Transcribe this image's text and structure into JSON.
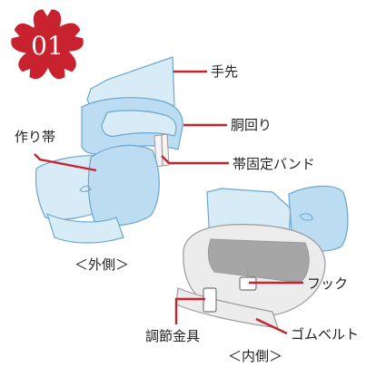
{
  "badge": {
    "number": "01",
    "color": "#c8222f"
  },
  "colors": {
    "label_line": "#c8222f",
    "fabric_fill": "#d8ecf8",
    "fabric_fill_dark": "#bcdcf2",
    "fabric_stroke": "#6aa6d0",
    "belt_fill": "#ececec",
    "belt_stroke": "#9a9a9a",
    "panel_fill": "#a6a6a6"
  },
  "labels": {
    "tesaki": "手先",
    "dou_mawari": "胴回り",
    "obi_kotei_band": "帯固定バンド",
    "tsukuri_obi": "作り帯",
    "hook": "フック",
    "chousetsu_kanagu": "調節金具",
    "gomu_belt": "ゴムベルト"
  },
  "captions": {
    "outer": "＜外側＞",
    "inner": "＜内側＞"
  }
}
